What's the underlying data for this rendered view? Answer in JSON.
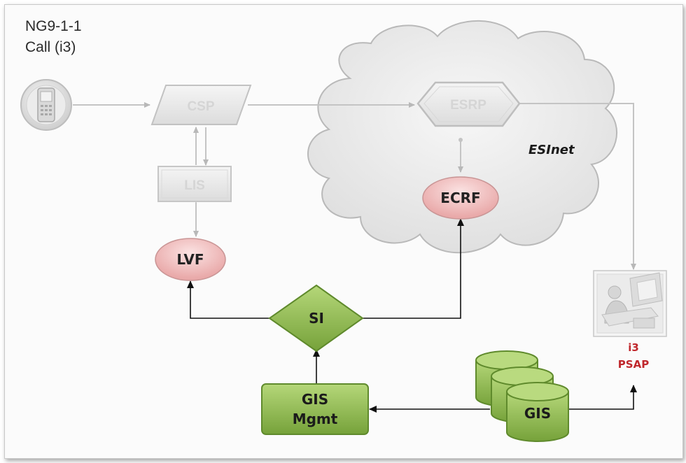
{
  "call_label": {
    "line1": "NG9-1-1",
    "line2": "Call (i3)"
  },
  "nodes": {
    "csp": "CSP",
    "lis": "LIS",
    "esrp": "ESRP",
    "ecrf": "ECRF",
    "lvf": "LVF",
    "si": "SI",
    "gis_mgmt": {
      "line1": "GIS",
      "line2": "Mgmt"
    },
    "gis": "GIS",
    "esinet": "ESInet",
    "psap": {
      "line1": "i3",
      "line2": "PSAP"
    }
  },
  "icons": {
    "caller": "phone-icon",
    "psap": "call-taker-workstation-icon",
    "database": "database-stack-icon"
  },
  "colors": {
    "inactive_grey": "#c8c8c8",
    "location_pink": "#f2c4c4",
    "gis_green": "#8fba4a",
    "psap_red": "#c0282d",
    "cloud_fill": "#ececec"
  }
}
